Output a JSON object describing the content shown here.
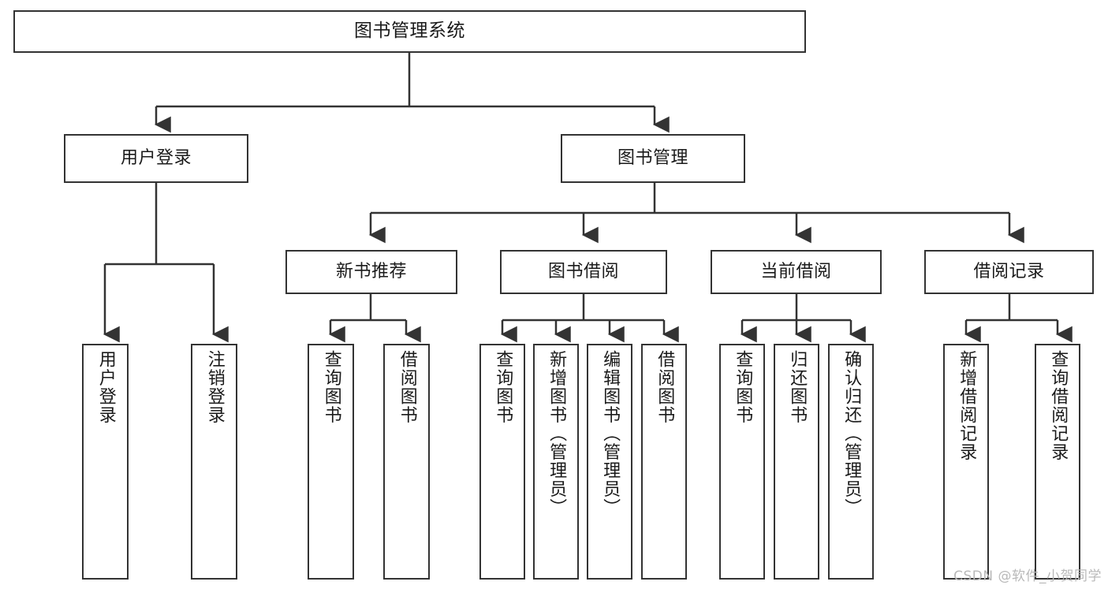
{
  "diagram": {
    "type": "hierarchy-tree",
    "title": "图书管理系统",
    "watermark": "CSDN @软件_小贺同学",
    "colors": {
      "border": "#333333",
      "background": "#ffffff",
      "text": "#1a1a1a",
      "watermark": "#b9b9b9"
    },
    "levels": {
      "root": {
        "label": "图书管理系统"
      },
      "level2": [
        {
          "label": "用户登录"
        },
        {
          "label": "图书管理"
        }
      ],
      "level3": [
        {
          "label": "新书推荐"
        },
        {
          "label": "图书借阅"
        },
        {
          "label": "当前借阅"
        },
        {
          "label": "借阅记录"
        }
      ],
      "leaves_user_login": [
        {
          "label": "用户登录"
        },
        {
          "label": "注销登录"
        }
      ],
      "leaves_new_book": [
        {
          "label": "查询图书"
        },
        {
          "label": "借阅图书"
        }
      ],
      "leaves_borrow": [
        {
          "label": "查询图书"
        },
        {
          "label": "新增图书（管理员）"
        },
        {
          "label": "编辑图书（管理员）"
        },
        {
          "label": "借阅图书"
        }
      ],
      "leaves_current": [
        {
          "label": "查询图书"
        },
        {
          "label": "归还图书"
        },
        {
          "label": "确认归还（管理员）"
        }
      ],
      "leaves_records": [
        {
          "label": "新增借阅记录"
        },
        {
          "label": "查询借阅记录"
        }
      ]
    }
  }
}
